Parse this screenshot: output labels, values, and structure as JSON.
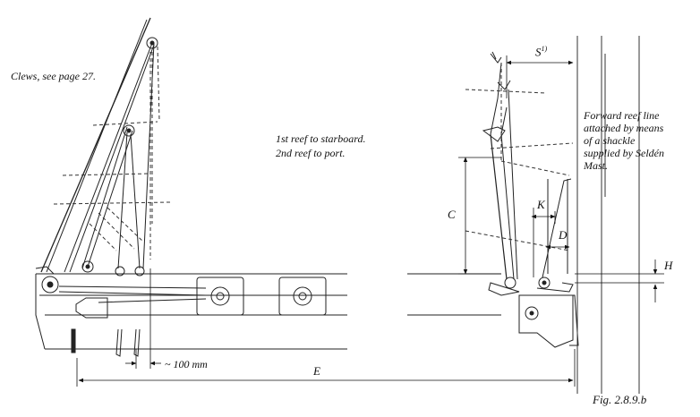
{
  "notes": {
    "clews": "Clews, see page 27.",
    "reef_line1": "1st reef to starboard.",
    "reef_line2": "2nd reef to port.",
    "forward_reef": [
      "Forward reef line",
      "attached by means",
      "of  a shackle",
      "supplied by Seldén",
      "Mast."
    ]
  },
  "dimensions": {
    "S": "S",
    "S_note": "1)",
    "C": "C",
    "K": "K",
    "D": "D",
    "H": "H",
    "E": "E",
    "spacing": "~ 100 mm"
  },
  "figure_id": "Fig. 2.8.9.b"
}
